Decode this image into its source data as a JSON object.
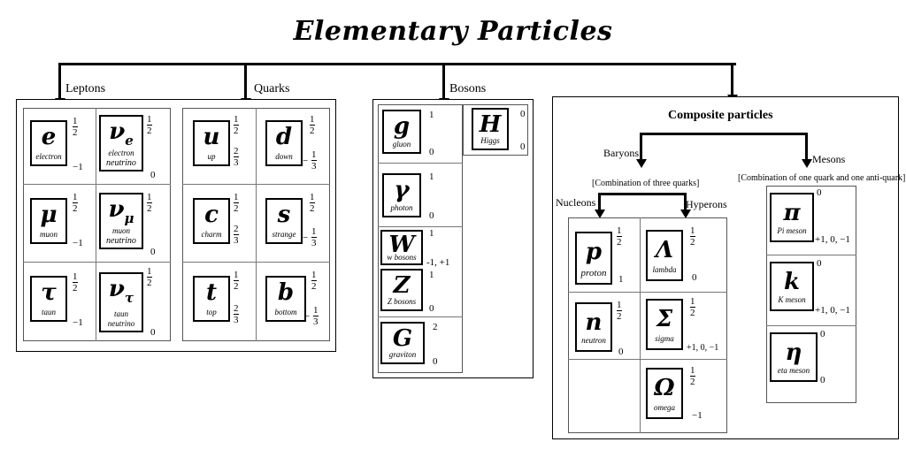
{
  "title": "Elementary Particles",
  "categories": {
    "leptons": "Leptons",
    "quarks": "Quarks",
    "bosons": "Bosons"
  },
  "composite": {
    "title": "Composite particles",
    "baryons": "Baryons",
    "baryons_note": "[Combination of three quarks]",
    "mesons": "Mesons",
    "mesons_note": "[Combination of one quark and one anti-quark]",
    "nucleons": "Nucleons",
    "hyperons": "Hyperons"
  },
  "particles": {
    "electron": {
      "symbol": "e",
      "name": "electron",
      "spin": [
        "1",
        "2"
      ],
      "charge": "−1"
    },
    "e_neutrino": {
      "symbol": "ν",
      "sub": "e",
      "name1": "electron",
      "name2": "neutrino",
      "spin": [
        "1",
        "2"
      ],
      "charge": "0"
    },
    "muon": {
      "symbol": "μ",
      "name": "muon",
      "spin": [
        "1",
        "2"
      ],
      "charge": "−1"
    },
    "mu_neutrino": {
      "symbol": "ν",
      "sub": "μ",
      "name1": "muon",
      "name2": "neutrino",
      "spin": [
        "1",
        "2"
      ],
      "charge": "0"
    },
    "tau": {
      "symbol": "τ",
      "name": "taun",
      "spin": [
        "1",
        "2"
      ],
      "charge": "−1"
    },
    "tau_neutrino": {
      "symbol": "ν",
      "sub": "τ",
      "name1": "taun",
      "name2": "neutrino",
      "spin": [
        "1",
        "2"
      ],
      "charge": "0"
    },
    "up": {
      "symbol": "u",
      "name": "up",
      "spin": [
        "1",
        "2"
      ],
      "charge": [
        "2",
        "3"
      ]
    },
    "down": {
      "symbol": "d",
      "name": "down",
      "spin": [
        "1",
        "2"
      ],
      "charge_sign": "−",
      "charge": [
        "1",
        "3"
      ]
    },
    "charm": {
      "symbol": "c",
      "name": "charm",
      "spin": [
        "1",
        "2"
      ],
      "charge": [
        "2",
        "3"
      ]
    },
    "strange": {
      "symbol": "s",
      "name": "strange",
      "spin": [
        "1",
        "2"
      ],
      "charge_sign": "−",
      "charge": [
        "1",
        "3"
      ]
    },
    "top": {
      "symbol": "t",
      "name": "top",
      "spin": [
        "1",
        "2"
      ],
      "charge": [
        "2",
        "3"
      ]
    },
    "bottom": {
      "symbol": "b",
      "name": "bottom",
      "spin": [
        "1",
        "2"
      ],
      "charge_sign": "−",
      "charge": [
        "1",
        "3"
      ]
    },
    "gluon": {
      "symbol": "g",
      "name": "gluon",
      "spin": "1",
      "charge": "0"
    },
    "higgs": {
      "symbol": "H",
      "name": "Higgs",
      "spin": "0",
      "charge": "0"
    },
    "photon": {
      "symbol": "γ",
      "name": "photon",
      "spin": "1",
      "charge": "0"
    },
    "w_boson": {
      "symbol": "W",
      "name": "w bosons",
      "spin": "1",
      "charge": "-1, +1"
    },
    "z_boson": {
      "symbol": "Z",
      "name": "Z bosons",
      "spin": "1",
      "charge": "0"
    },
    "graviton": {
      "symbol": "G",
      "name": "graviton",
      "spin": "2",
      "charge": "0"
    },
    "proton": {
      "symbol": "p",
      "name": "proton",
      "spin": [
        "1",
        "2"
      ],
      "charge": "1"
    },
    "neutron": {
      "symbol": "n",
      "name": "neutron",
      "spin": [
        "1",
        "2"
      ],
      "charge": "0"
    },
    "lambda": {
      "symbol": "Λ",
      "name": "lambda",
      "spin": [
        "1",
        "2"
      ],
      "charge": "0"
    },
    "sigma": {
      "symbol": "Σ",
      "name": "sigma",
      "spin": [
        "1",
        "2"
      ],
      "charge": "+1, 0, −1"
    },
    "omega": {
      "symbol": "Ω",
      "name": "omega",
      "spin": [
        "1",
        "2"
      ],
      "charge": "−1"
    },
    "pi_meson": {
      "symbol": "π",
      "name": "Pi meson",
      "spin": "0",
      "charge": "+1, 0, −1"
    },
    "k_meson": {
      "symbol": "k",
      "name": "K meson",
      "spin": "0",
      "charge": "+1, 0, −1"
    },
    "eta_meson": {
      "symbol": "η",
      "name": "eta meson",
      "spin": "0",
      "charge": "0"
    }
  }
}
